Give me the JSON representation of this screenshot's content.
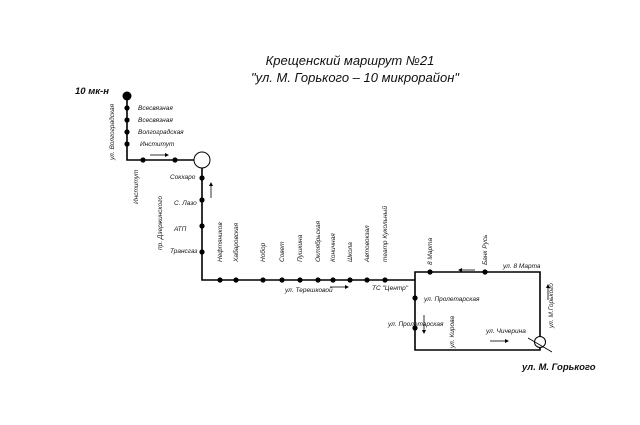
{
  "title": {
    "line1": "Крещенский маршрут №21",
    "line2": "\"ул. М. Горького – 10 микрорайон\""
  },
  "terminals": {
    "start": "10 мк-н",
    "end": "ул. М. Горького"
  },
  "streets": {
    "volgogradskaya": "ул. Волгоградская",
    "institutskaya": "Институт",
    "dzerzhinskogo": "пр. Дзержинского",
    "tereshkovoy": "ул. Терешковой",
    "proletarskaya_top": "ул. Пролетарская",
    "proletarskaya_bottom": "ул. Пролетарская",
    "kirova": "ул. Кирова",
    "chicherina": "ул. Чичерина",
    "march8": "ул. 8 Марта",
    "m_gorkogo": "ул. М.Горького"
  },
  "stops": {
    "vseobshaya1": "Всесвязная",
    "vseobshaya2": "Всесвязная",
    "volgogradskaya": "Волгоградская",
    "institut": "Институт",
    "sokhara": "Сокхаро",
    "s_lazo": "С. Лазо",
    "atp": "АТП",
    "transgaz": "Трансгаз",
    "neftyanikov": "Нефтяников",
    "khabarovskaya": "Хабаровская",
    "nobor": "Нобор",
    "sovet": "Совет",
    "pushkina": "Пушкина",
    "oktyabrskaya": "Октябрьская",
    "konechna": "Коничная",
    "shkola": "Школа",
    "avtovokzal": "Автовокзал",
    "teatr": "театр Кукольный",
    "tc_centr": "ТС \"Центр\"",
    "march8": "8 Марта",
    "bank_rus": "Банк Русь"
  }
}
